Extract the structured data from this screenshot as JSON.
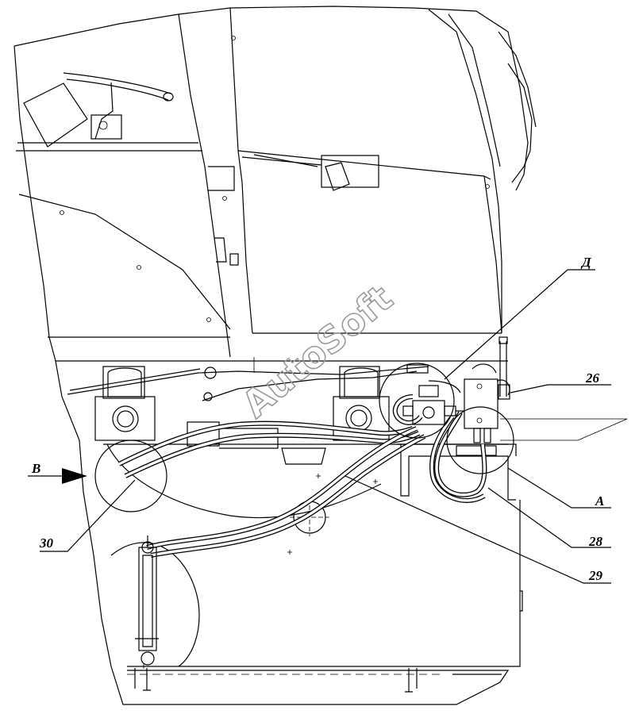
{
  "labels": {
    "d": "Д",
    "n26": "26",
    "a": "A",
    "n28": "28",
    "n29": "29",
    "n30": "30",
    "b": "B"
  },
  "watermark": "AutoSoft"
}
